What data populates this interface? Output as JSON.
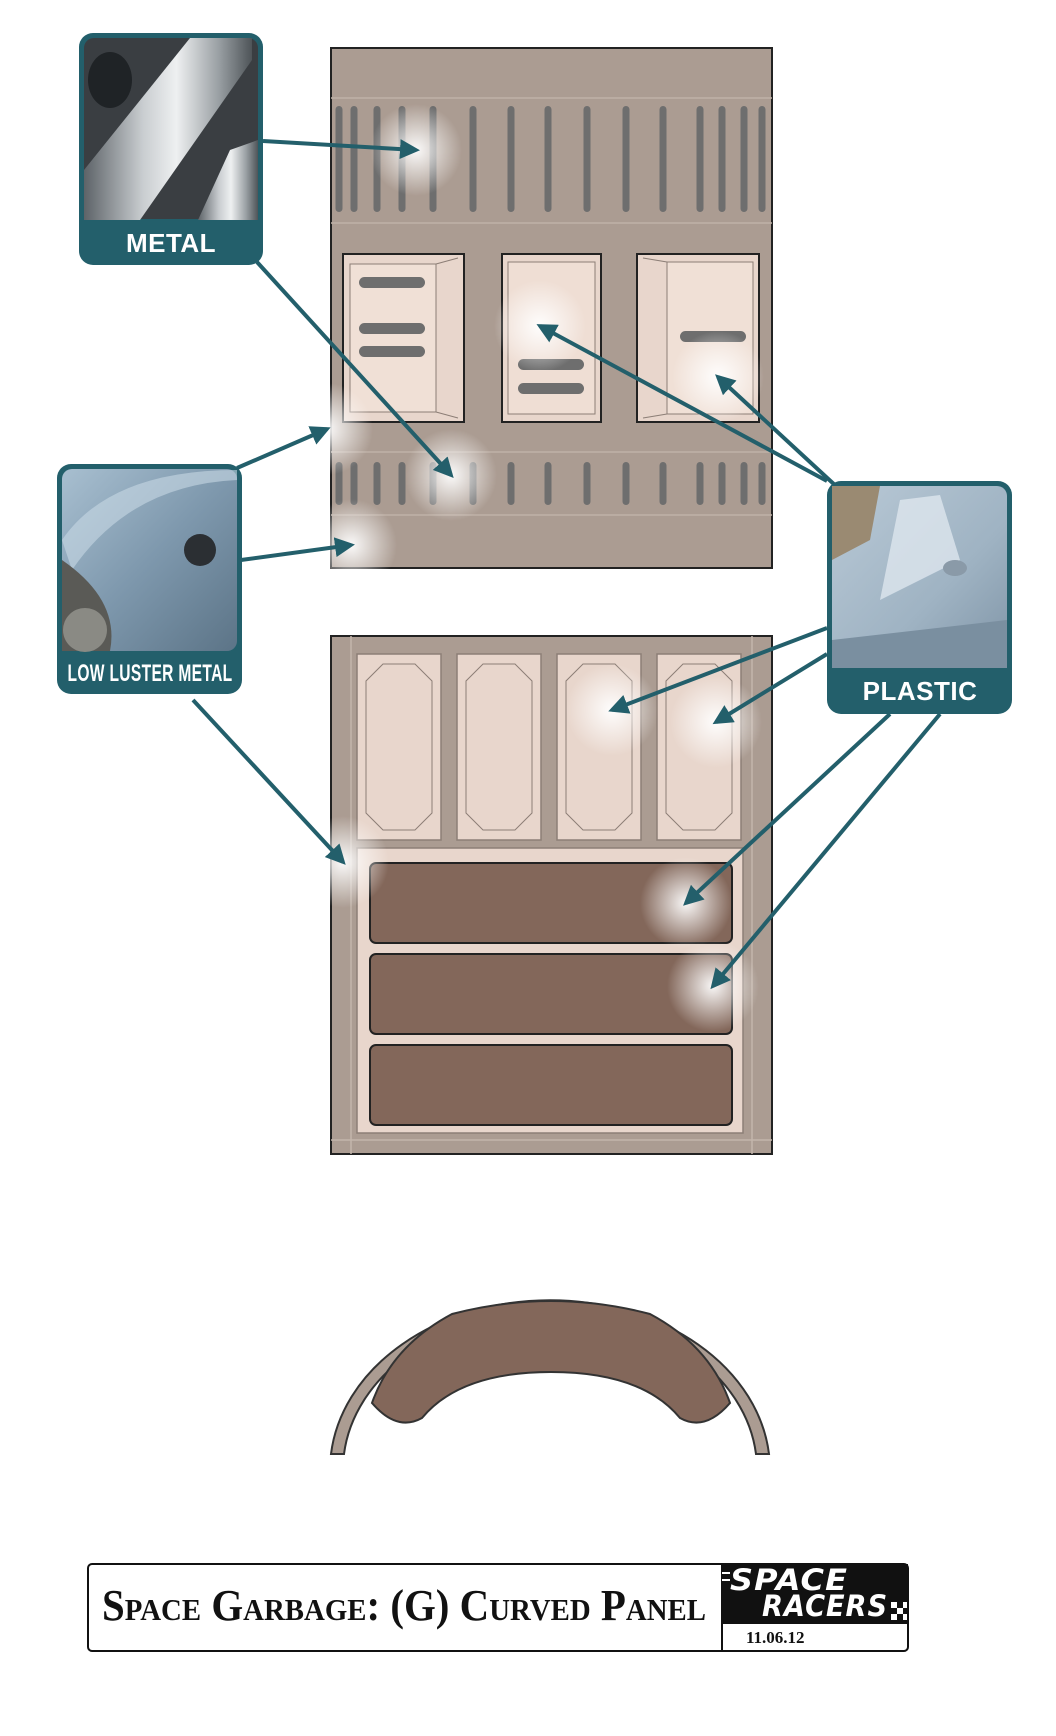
{
  "callouts": {
    "metal": {
      "label": "METAL",
      "icon": "metal-tube-photo"
    },
    "low_luster_metal": {
      "label": "LOW LUSTER METAL",
      "icon": "fender-photo"
    },
    "plastic": {
      "label": "PLASTIC",
      "icon": "plastic-part-photo"
    }
  },
  "title_block": {
    "title": "Space Garbage: (G) Curved Panel",
    "logo_line1": "SPACE",
    "logo_line2": "RACERS",
    "date": "11.06.12"
  },
  "colors": {
    "callout_teal": "#235f6b",
    "panel_taupe": "#ab9c92",
    "panel_light": "#e8d6cc",
    "panel_brown": "#83675a",
    "slot_gray": "#6e6e6e"
  }
}
